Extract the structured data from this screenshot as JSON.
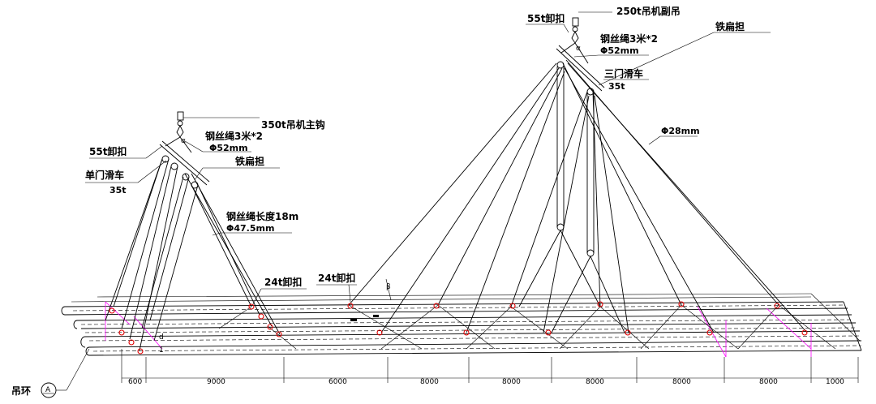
{
  "labels": {
    "crane_250_aux": "250t吊机副吊",
    "shackle_55_right": "55t卸扣",
    "flat_bar_right": "铁扁担",
    "wire_3m_right": "钢丝绳3米*2",
    "wire_3m_right_dia": "Φ52mm",
    "pulley_3": "三门滑车",
    "pulley_3_cap": "35t",
    "wire_28": "Φ28mm",
    "crane_350_main": "350t吊机主钩",
    "wire_3m_left": "钢丝绳3米*2",
    "wire_3m_left_dia": "Φ52mm",
    "shackle_55_left": "55t卸扣",
    "flat_bar_left": "铁扁担",
    "pulley_1": "单门滑车",
    "pulley_1_cap": "35t",
    "wire_18": "钢丝绳长度18m",
    "wire_18_dia": "Φ47.5mm",
    "shackle_24_a": "24t卸扣",
    "shackle_24_b": "24t卸扣",
    "lifting_ring": "吊环",
    "ring_symbol": "A",
    "beta": "β",
    "hook_angle_l": "α",
    "hook_angle_r": "α",
    "small_d": "d",
    "small_1": "1"
  },
  "dimensions": [
    "600",
    "9000",
    "6000",
    "8000",
    "8000",
    "8000",
    "8000",
    "8000",
    "1000"
  ]
}
